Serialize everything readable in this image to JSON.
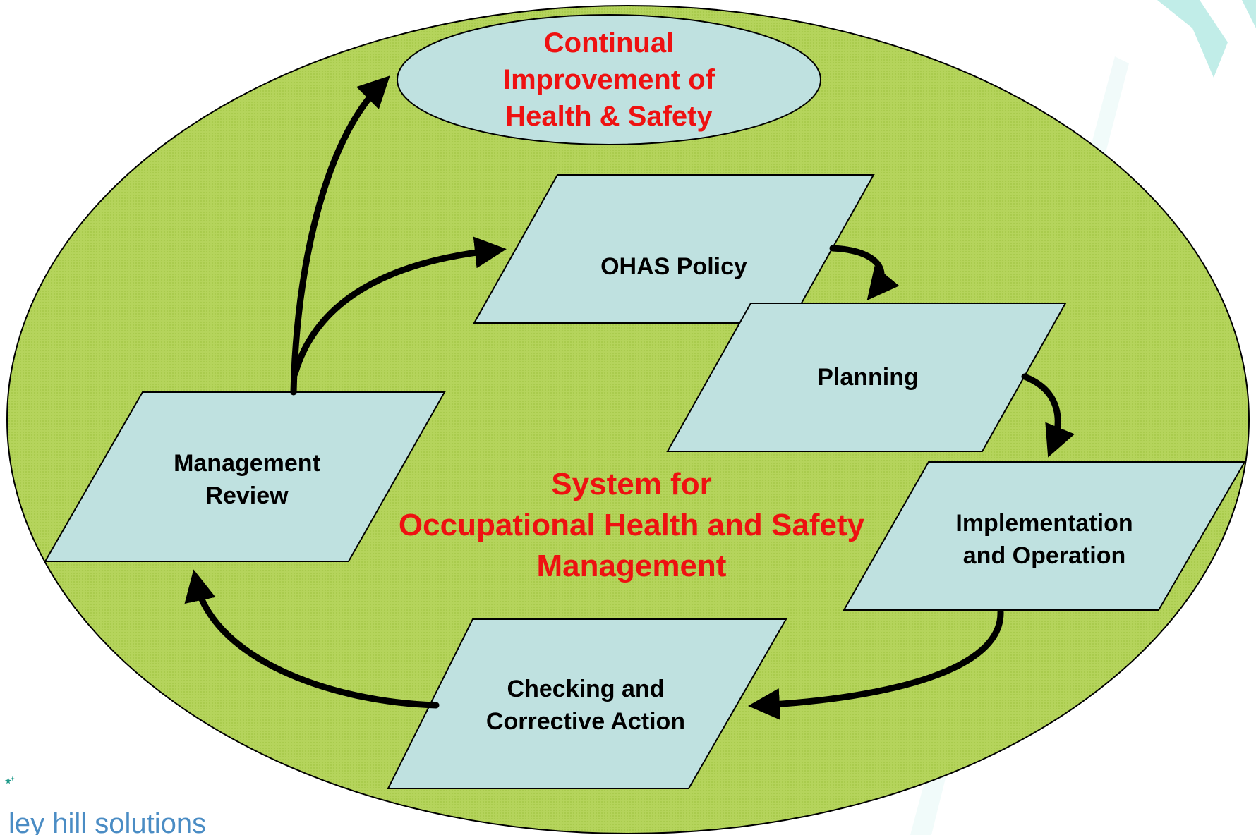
{
  "diagram": {
    "title_ellipse": {
      "lines": [
        "Continual",
        "Improvement of",
        "Health & Safety"
      ]
    },
    "center_title": {
      "lines": [
        "System for",
        "Occupational Health and Safety",
        "Management"
      ]
    },
    "steps": {
      "policy": {
        "lines": [
          "OHAS Policy"
        ]
      },
      "planning": {
        "lines": [
          "Planning"
        ]
      },
      "implementation": {
        "lines": [
          "Implementation",
          "and Operation"
        ]
      },
      "checking": {
        "lines": [
          "Checking and",
          "Corrective Action"
        ]
      },
      "review": {
        "lines": [
          "Management",
          "Review"
        ]
      }
    },
    "colors": {
      "outer_ellipse_fill": "#b5d45c",
      "box_fill": "#bfe1e0",
      "title_text": "#ee1111",
      "box_text": "#000000",
      "arrow": "#000000"
    }
  },
  "logo": {
    "text": "ley hill solutions",
    "icon": "star-sparkle-icon"
  }
}
